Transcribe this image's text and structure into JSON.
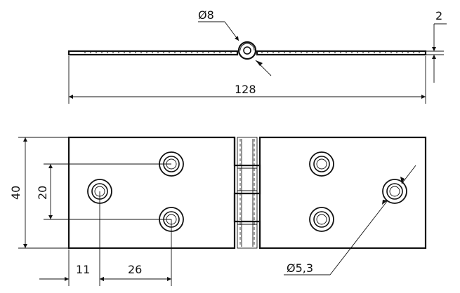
{
  "dimensions": {
    "pin_diameter": "Ø8",
    "thickness": "2",
    "total_length": "128",
    "width": "40",
    "hole_spacing_vertical": "20",
    "edge_to_hole": "11",
    "hole_spacing_horizontal": "26",
    "hole_diameter": "Ø5,3"
  }
}
